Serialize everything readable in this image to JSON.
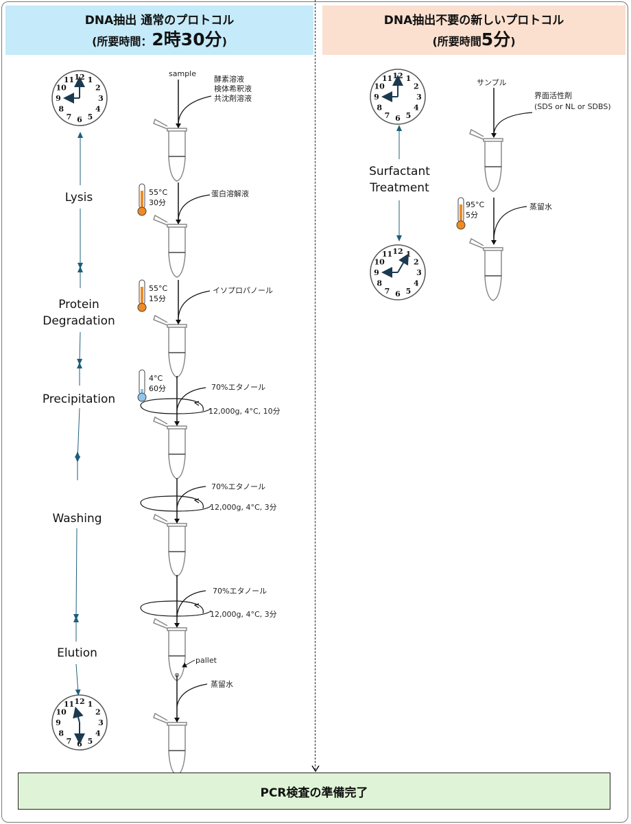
{
  "left_header": {
    "line1": "DNA抽出 通常のプロトコル",
    "line2_prefix": "(所要時間：",
    "line2_big": "2時30分",
    "line2_suffix": ")"
  },
  "right_header": {
    "line1": "DNA抽出不要の新しいプロトコル",
    "line2_prefix": "(所要時間",
    "line2_big": "5分",
    "line2_suffix": ")"
  },
  "left_stages": [
    "Lysis",
    "Protein",
    "Degradation",
    "Precipitation",
    "Washing",
    "Elution"
  ],
  "left_labels": {
    "sample": "sample",
    "reagents1": "酵素溶液",
    "reagents2": "検体希釈液",
    "reagents3": "共沈剤溶液",
    "protein_sol": "蛋白溶解液",
    "isopropanol": "イソプロパノール",
    "ethanol1": "70%エタノール",
    "ethanol2": "70%エタノール",
    "ethanol3": "70%エタノール",
    "centrifuge1": "12,000g, 4°C, 10分",
    "centrifuge2": "12,000g, 4°C, 3分",
    "centrifuge3": "12,000g, 4°C, 3分",
    "pallet": "pallet",
    "water": "蒸留水"
  },
  "left_temps": [
    {
      "temp": "55°C",
      "time": "30分"
    },
    {
      "temp": "55°C",
      "time": "15分"
    },
    {
      "temp": "4°C",
      "time": "60分"
    }
  ],
  "right_stage": [
    "Surfactant",
    "Treatment"
  ],
  "right_labels": {
    "sample": "サンプル",
    "surfactant1": "界面活性剤",
    "surfactant2": "(SDS or NL or SDBS)",
    "water": "蒸留水"
  },
  "right_temp": {
    "temp": "95°C",
    "time": "5分"
  },
  "footer": "PCR検査の準備完了",
  "clock_numbers": [
    "12",
    "1",
    "2",
    "3",
    "4",
    "5",
    "6",
    "7",
    "8",
    "9",
    "10",
    "11"
  ],
  "colors": {
    "left_header_bg": "#c5eaf9",
    "right_header_bg": "#fbe0cf",
    "footer_bg": "#dff4d6",
    "timeline": "#1d5e7a",
    "heat": "#f08a24",
    "cold": "#8ec5e8"
  }
}
